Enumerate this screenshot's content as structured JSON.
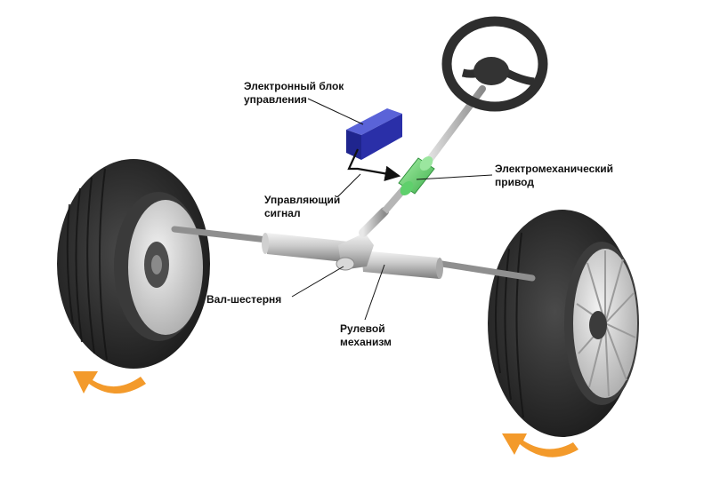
{
  "labels": {
    "ecu": [
      "Электронный блок",
      "управления"
    ],
    "motor": [
      "Электромеханический",
      "привод"
    ],
    "signal": [
      "Управляющий",
      "сигнал"
    ],
    "pinion": [
      "Вал-шестерня"
    ],
    "rack": [
      "Рулевой",
      "механизм"
    ]
  },
  "icons": {
    "left_arrow": "rotation-arrow-icon",
    "right_arrow": "rotation-arrow-icon"
  },
  "colors": {
    "arrow": "#F39A2B",
    "ecu": "#2A2FA8",
    "motor": "#5BD067",
    "tire": "#2F2F2F",
    "metal": "#BDBDBD"
  }
}
